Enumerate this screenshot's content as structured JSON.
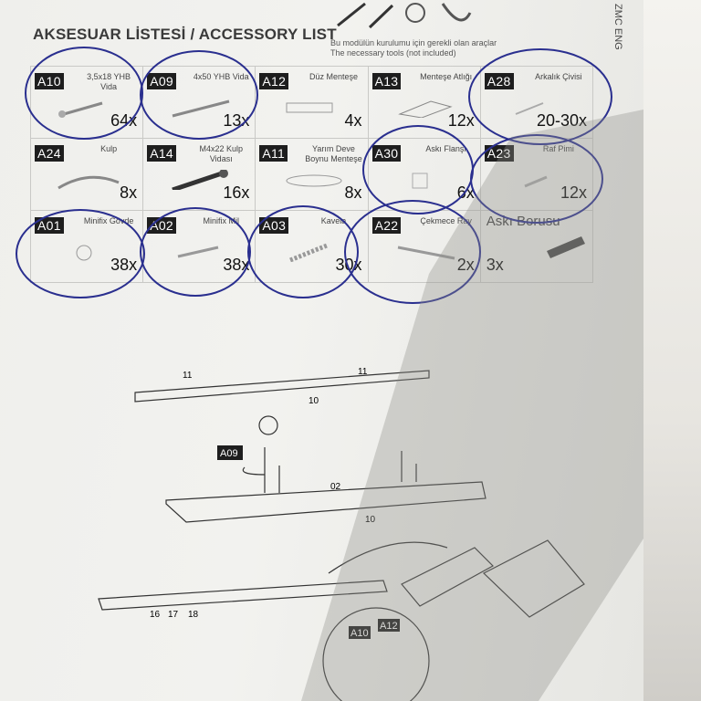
{
  "header": {
    "title": "AKSESUAR LİSTESİ / ACCESSORY LIST",
    "note_line1": "Bu modülün kurulumu için gerekli olan araçlar",
    "note_line2": "The necessary tools (not included)",
    "brand": "ZMC ENG"
  },
  "accessories": [
    [
      {
        "code": "A10",
        "name": "3,5x18 YHB Vida",
        "qty": "64x",
        "icon": "screw-icon"
      },
      {
        "code": "A09",
        "name": "4x50 YHB Vida",
        "qty": "13x",
        "icon": "long-screw-icon"
      },
      {
        "code": "A12",
        "name": "Düz Menteşe",
        "qty": "4x",
        "icon": "flat-hinge-icon"
      },
      {
        "code": "A13",
        "name": "Menteşe Atlığı",
        "qty": "12x",
        "icon": "hinge-plate-icon"
      },
      {
        "code": "A28",
        "name": "Arkalık Çivisi",
        "qty": "20-30x",
        "icon": "nail-icon"
      }
    ],
    [
      {
        "code": "A24",
        "name": "Kulp",
        "qty": "8x",
        "icon": "handle-icon"
      },
      {
        "code": "A14",
        "name": "M4x22 Kulp Vidası",
        "qty": "16x",
        "icon": "handle-screw-icon"
      },
      {
        "code": "A11",
        "name": "Yarım Deve Boynu Menteşe",
        "qty": "8x",
        "icon": "half-overlay-hinge-icon"
      },
      {
        "code": "A30",
        "name": "Askı Flanşı",
        "qty": "6x",
        "icon": "flange-icon"
      },
      {
        "code": "A23",
        "name": "Raf Pimi",
        "qty": "12x",
        "icon": "shelf-pin-icon"
      }
    ],
    [
      {
        "code": "A01",
        "name": "Minifix Gövde",
        "qty": "38x",
        "icon": "minifix-body-icon"
      },
      {
        "code": "A02",
        "name": "Minifix Mil",
        "qty": "38x",
        "icon": "minifix-pin-icon"
      },
      {
        "code": "A03",
        "name": "Kavela",
        "qty": "30x",
        "icon": "dowel-icon"
      },
      {
        "code": "A22",
        "name": "Çekmece Ray",
        "qty": "2x",
        "icon": "drawer-rail-icon"
      },
      {
        "code": "",
        "name": "Askı Borusu",
        "qty": "3x",
        "icon": "hanging-rod-icon"
      }
    ]
  ],
  "diagram": {
    "labels": [
      "11",
      "11",
      "10",
      "02",
      "10",
      "16",
      "17",
      "18"
    ],
    "badges": [
      "A09",
      "A10",
      "A12"
    ]
  },
  "colors": {
    "paper": "#f0f0ed",
    "ink": "#1e1e1e",
    "pen": "#2a2f8f",
    "shadow": "#bdbdba"
  }
}
